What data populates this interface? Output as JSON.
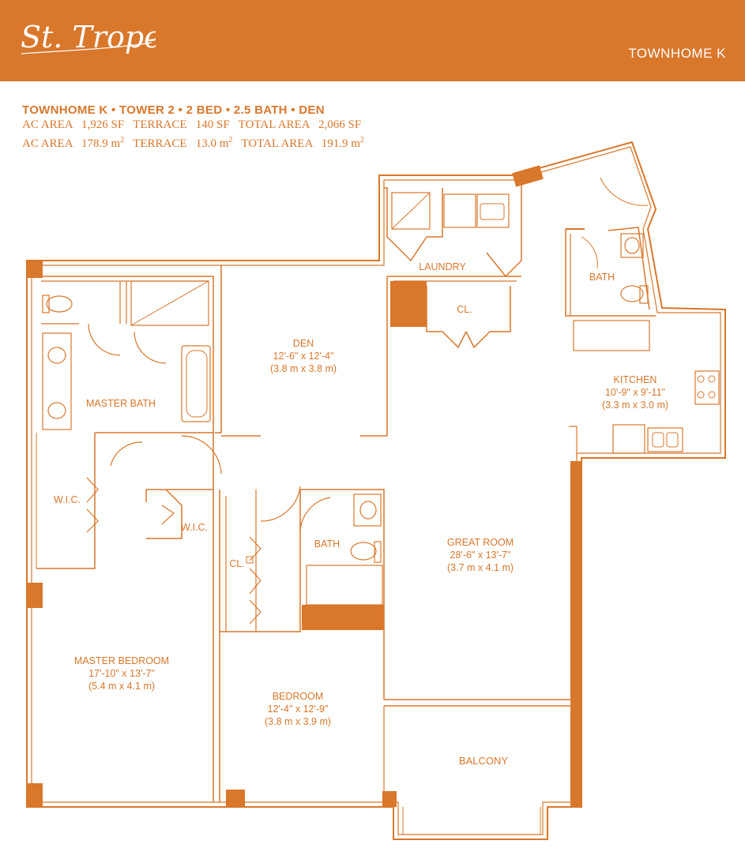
{
  "brand": {
    "logo_text": "St. Tropez"
  },
  "header": {
    "unit": "TOWNHOME K"
  },
  "specs": {
    "line1": "TOWNHOME K • TOWER 2 • 2 BED • 2.5 BATH • DEN",
    "line2": "AC AREA   1,926 SF   TERRACE   140 SF   TOTAL AREA   2,066 SF",
    "line3_a": "AC AREA   178.9 m",
    "line3_b": "   TERRACE   13.0 m",
    "line3_c": "   TOTAL AREA   191.9 m",
    "sup": "2"
  },
  "rooms": {
    "laundry": {
      "name": "LAUNDRY"
    },
    "closet_top": {
      "name": "CL."
    },
    "bath_right": {
      "name": "BATH"
    },
    "den": {
      "name": "DEN",
      "dim": "12'-6\" x 12'-4\"",
      "metric": "(3.8 m x 3.8 m)"
    },
    "kitchen": {
      "name": "KITCHEN",
      "dim": "10'-9\" x 9'-11\"",
      "metric": "(3.3 m x 3.0 m)"
    },
    "master_bath": {
      "name": "MASTER BATH"
    },
    "wic_left": {
      "name": "W.I.C."
    },
    "wic_mid": {
      "name": "W.I.C."
    },
    "closet_mid": {
      "name": "CL."
    },
    "bath_mid": {
      "name": "BATH"
    },
    "great_room": {
      "name": "GREAT ROOM",
      "dim": "28'-6\" x 13'-7\"",
      "metric": "(3.7 m x 4.1 m)"
    },
    "master_bedroom": {
      "name": "MASTER BEDROOM",
      "dim": "17'-10\" x 13'-7\"",
      "metric": "(5.4 m x 4.1 m)"
    },
    "bedroom": {
      "name": "BEDROOM",
      "dim": "12'-4\" x 12'-9\"",
      "metric": "(3.8 m x 3.9 m)"
    },
    "balcony": {
      "name": "BALCONY"
    }
  },
  "colors": {
    "accent": "#d9772b",
    "banner_text": "#ffffff",
    "background": "#ffffff"
  }
}
